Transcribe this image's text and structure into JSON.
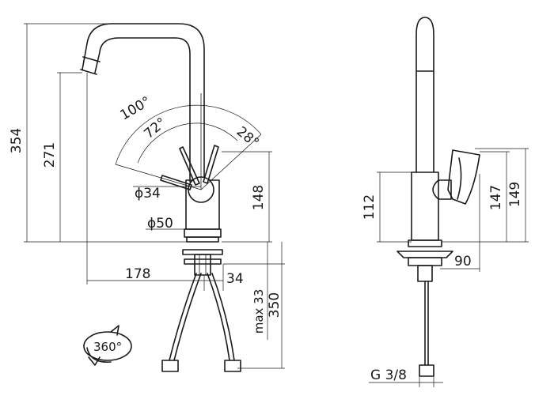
{
  "drawing": {
    "front_view": {
      "dimensions": {
        "overall_height": "354",
        "spout_height": "271",
        "body_height": "148",
        "lever_diameter": "ϕ34",
        "body_diameter": "ϕ50",
        "spout_reach": "178",
        "mount_offset": "34",
        "max_deck_thickness": "max 33",
        "hose_length": "350"
      },
      "angles": {
        "total_rotation": "100°",
        "main_rotation": "72°",
        "secondary_rotation": "28°"
      },
      "swivel_label": "360°",
      "swivel_icon": "rotate-arrow-icon"
    },
    "side_view": {
      "dimensions": {
        "body_height": "112",
        "lever_height": "147",
        "lever_top_height": "149",
        "lever_depth": "90",
        "thread_size": "G 3/8"
      }
    }
  }
}
